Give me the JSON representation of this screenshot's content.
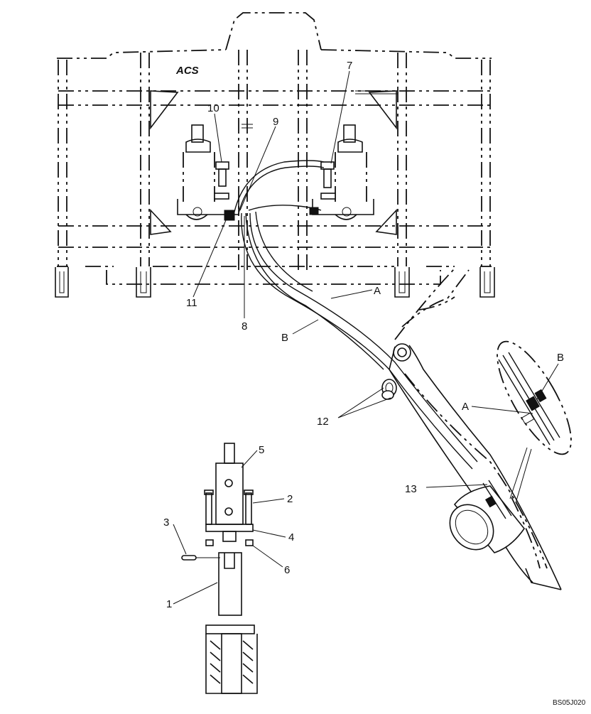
{
  "diagram": {
    "frame_logo": "ACS",
    "reference_code": "BS05J020",
    "callouts": [
      {
        "id": "c10",
        "text": "10"
      },
      {
        "id": "c9",
        "text": "9"
      },
      {
        "id": "c7",
        "text": "7"
      },
      {
        "id": "c11",
        "text": "11"
      },
      {
        "id": "c8",
        "text": "8"
      },
      {
        "id": "cA1",
        "text": "A"
      },
      {
        "id": "cB1",
        "text": "B"
      },
      {
        "id": "cB2",
        "text": "B"
      },
      {
        "id": "cA2",
        "text": "A"
      },
      {
        "id": "c12",
        "text": "12"
      },
      {
        "id": "c13",
        "text": "13"
      },
      {
        "id": "c5",
        "text": "5"
      },
      {
        "id": "c2",
        "text": "2"
      },
      {
        "id": "c3",
        "text": "3"
      },
      {
        "id": "c4",
        "text": "4"
      },
      {
        "id": "c6",
        "text": "6"
      },
      {
        "id": "c1",
        "text": "1"
      }
    ]
  }
}
